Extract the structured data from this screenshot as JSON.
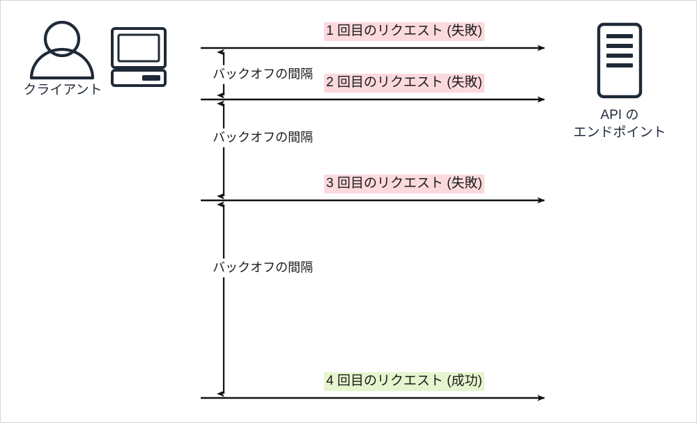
{
  "diagram": {
    "title": "Exponential backoff retry sequence",
    "background": "#ffffff",
    "border_color": "#d4d6d9",
    "line_color": "#111111",
    "icon_color": "#1f2a37",
    "fail_highlight": "#fbd9dc",
    "success_highlight": "#e7f5cf"
  },
  "actors": {
    "client": {
      "label": "クライアント",
      "person_icon": "person-icon",
      "computer_icon": "desktop-computer-icon"
    },
    "server": {
      "label_line1": "API の",
      "label_line2": "エンドポイント",
      "icon": "server-tower-icon"
    }
  },
  "messages": [
    {
      "text": "1 回目のリクエスト (失敗)",
      "status": "failed",
      "attempt": 1
    },
    {
      "text": "2 回目のリクエスト (失敗)",
      "status": "failed",
      "attempt": 2
    },
    {
      "text": "3 回目のリクエスト (失敗)",
      "status": "failed",
      "attempt": 3
    },
    {
      "text": "4 回目のリクエスト (成功)",
      "status": "success",
      "attempt": 4
    }
  ],
  "backoffs": [
    {
      "label": "バックオフの間隔",
      "index": 1
    },
    {
      "label": "バックオフの間隔",
      "index": 2
    },
    {
      "label": "バックオフの間隔",
      "index": 3
    }
  ]
}
